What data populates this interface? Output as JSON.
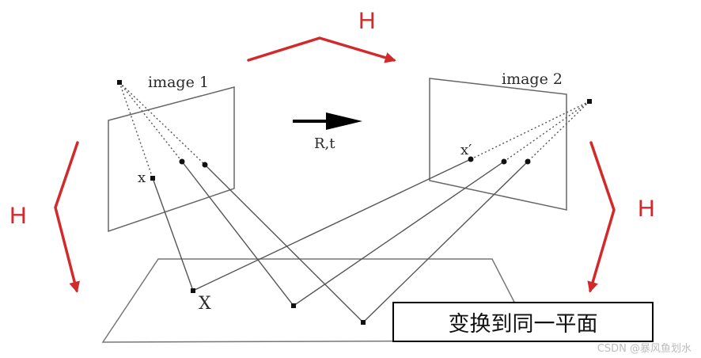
{
  "labels": {
    "h_top": "H",
    "h_left": "H",
    "h_right": "H",
    "image1": "image 1",
    "image2": "image 2",
    "point_x": "x",
    "point_x_prime": "x′",
    "point_X": "X",
    "motion": "R,t"
  },
  "caption": "变换到同一平面",
  "watermark": "CSDN @暴风鱼划水",
  "colors": {
    "homography_arrow": "#d22a2a",
    "lines": "#555555",
    "motion_arrow": "#000000"
  }
}
